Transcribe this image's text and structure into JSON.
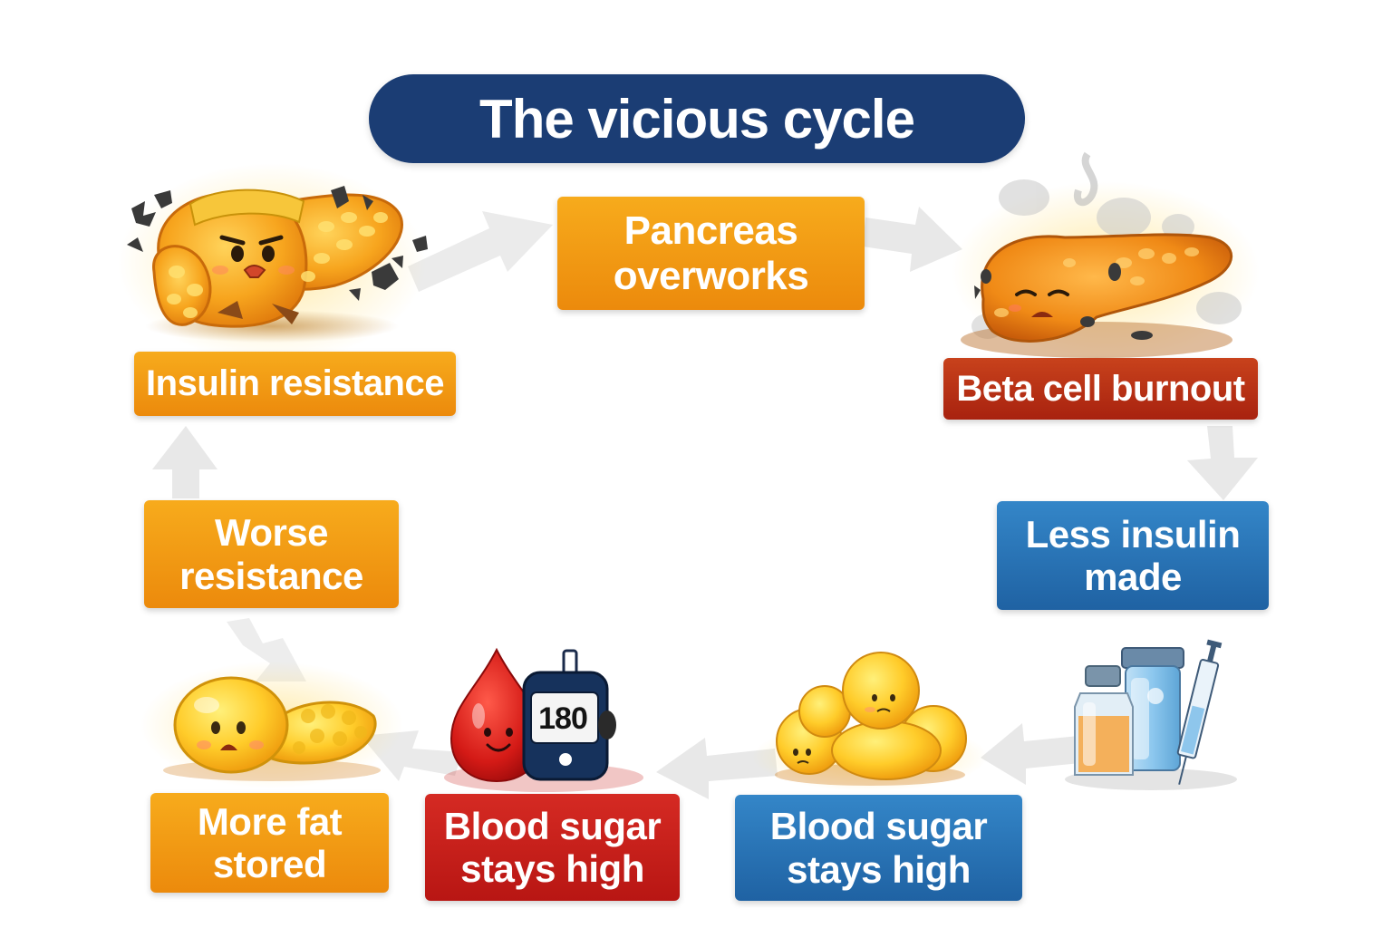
{
  "title": "The vicious cycle",
  "steps": {
    "pancreas_overworks": "Pancreas\noverworks",
    "beta_cell_burnout": "Beta cell burnout",
    "less_insulin_made": "Less insulin\nmade",
    "blood_sugar_blue": "Blood sugar\nstays high",
    "blood_sugar_red": "Blood sugar\nstays high",
    "more_fat_stored": "More fat\nstored",
    "worse_resistance": "Worse\nresistance",
    "insulin_resistance": "Insulin resistance"
  },
  "glucose_meter_reading": "180",
  "icons": [
    "stressed-pancreas-icon",
    "burnt-out-pancreas-icon",
    "insulin-vials-syringe-icon",
    "fat-cells-icon",
    "blood-drop-icon",
    "glucose-meter-icon",
    "tired-pancreas-icon"
  ],
  "colors": {
    "title": "#1b3d74",
    "orange": "#f29a14",
    "burnout_red": "#b8301a",
    "blue": "#2a74b8",
    "crimson": "#c51f1a",
    "arrow": "#e6e6e6"
  }
}
